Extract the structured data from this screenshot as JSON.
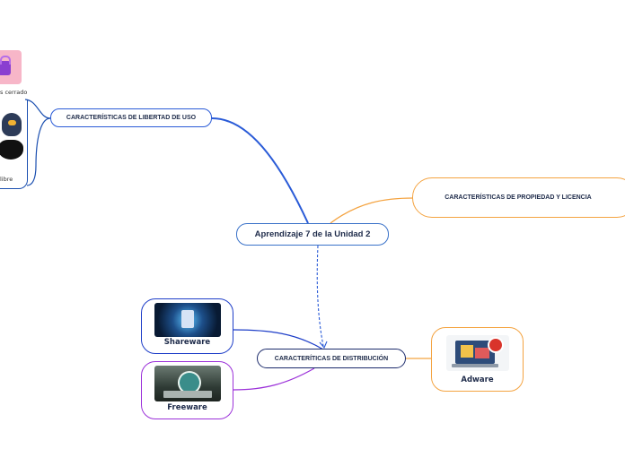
{
  "root": {
    "label": "Aprendizaje 7 de la Unidad 2"
  },
  "branches": {
    "libertad": {
      "label": "CARACTERÍSTICAS DE LIBERTAD DE USO",
      "children": [
        {
          "label": "s cerrado"
        },
        {
          "label": "libre"
        }
      ]
    },
    "propiedad": {
      "label": "CARACTERÍSTICAS DE PROPIEDAD Y LICENCIA"
    },
    "distribucion": {
      "label": "CARACTERÍTICAS DE DISTRIBUCIÓN",
      "children": [
        {
          "label": "Shareware"
        },
        {
          "label": "Freeware"
        },
        {
          "label": "Adware"
        }
      ]
    }
  },
  "colors": {
    "blue": "#2a5bd7",
    "navy": "#1b2a6b",
    "orange": "#f4a340",
    "purple": "#9b30d9"
  }
}
